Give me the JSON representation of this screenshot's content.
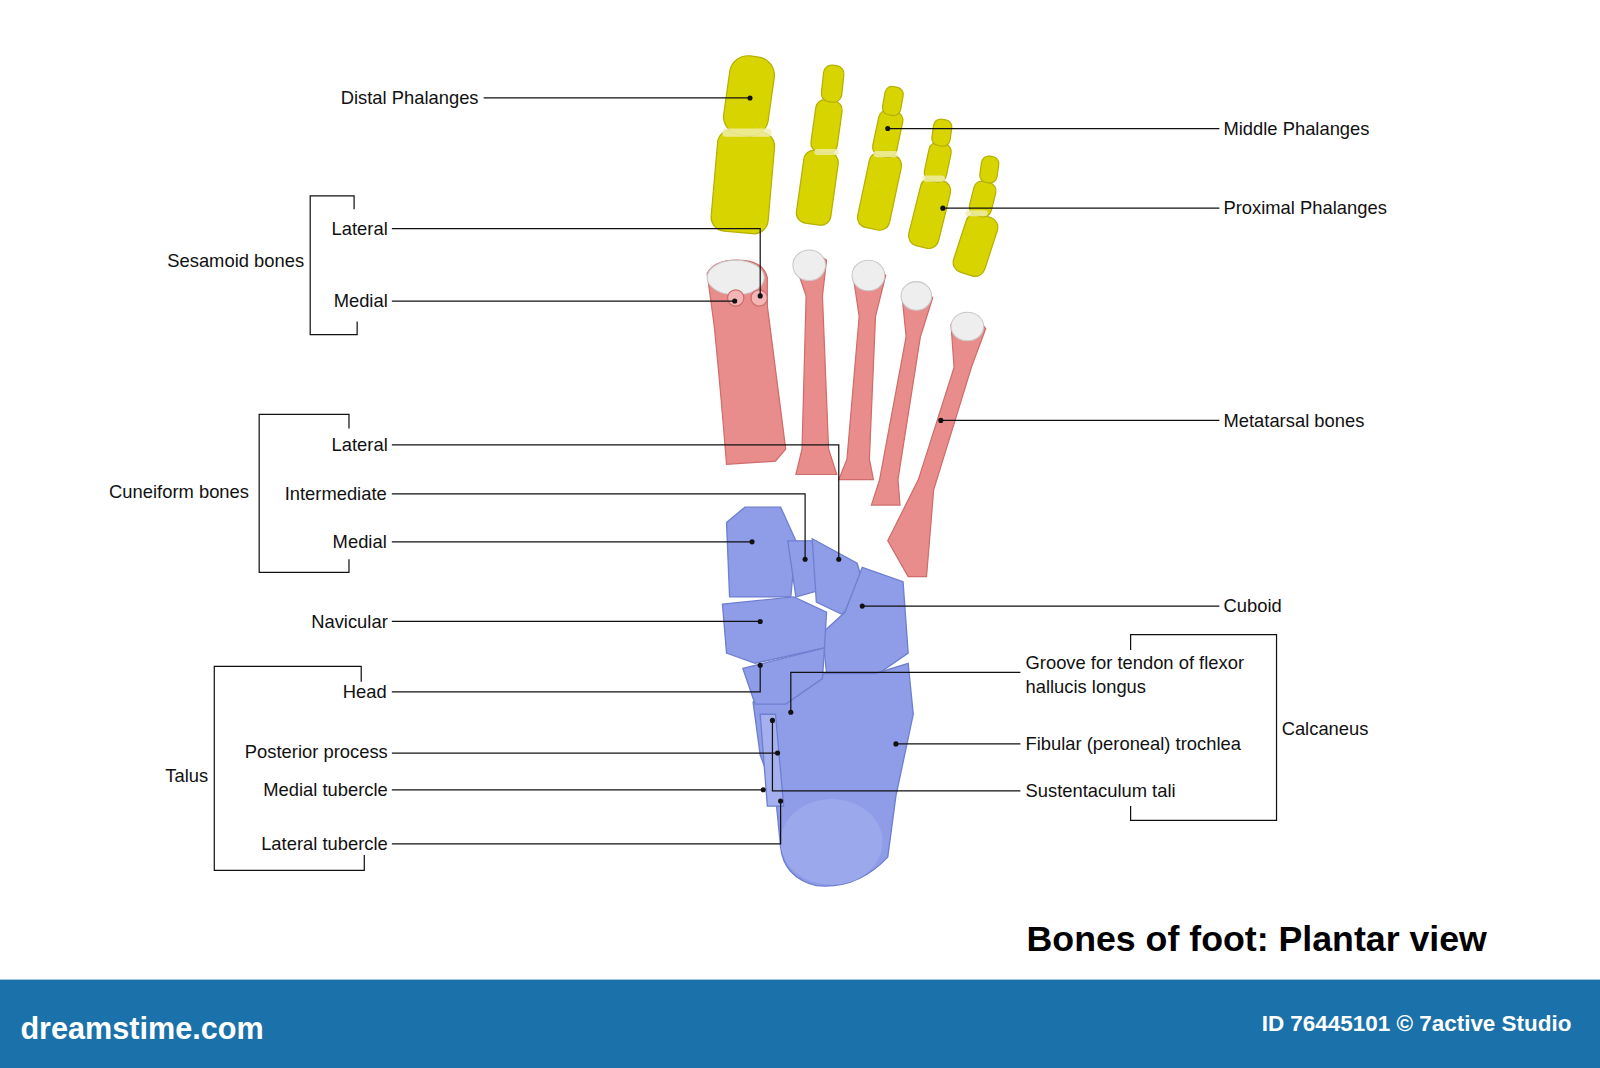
{
  "diagram": {
    "title": "Bones of foot: Plantar view",
    "labels": [
      "Distal Phalanges",
      "Middle Phalanges",
      "Proximal Phalanges",
      "Sesamoid bones",
      "Lateral",
      "Medial",
      "Metatarsal bones",
      "Cuneiform bones",
      "Lateral",
      "Intermediate",
      "Medial",
      "Navicular",
      "Cuboid",
      "Head",
      "Groove for tendon of flexor hallucis longus",
      "Posterior process",
      "Fibular (peroneal) trochlea",
      "Calcaneus",
      "Talus",
      "Medial tubercle",
      "Sustentaculum tali",
      "Lateral tubercle",
      "dreamstime.com",
      "ID 76445101 © 7active Studio"
    ]
  }
}
